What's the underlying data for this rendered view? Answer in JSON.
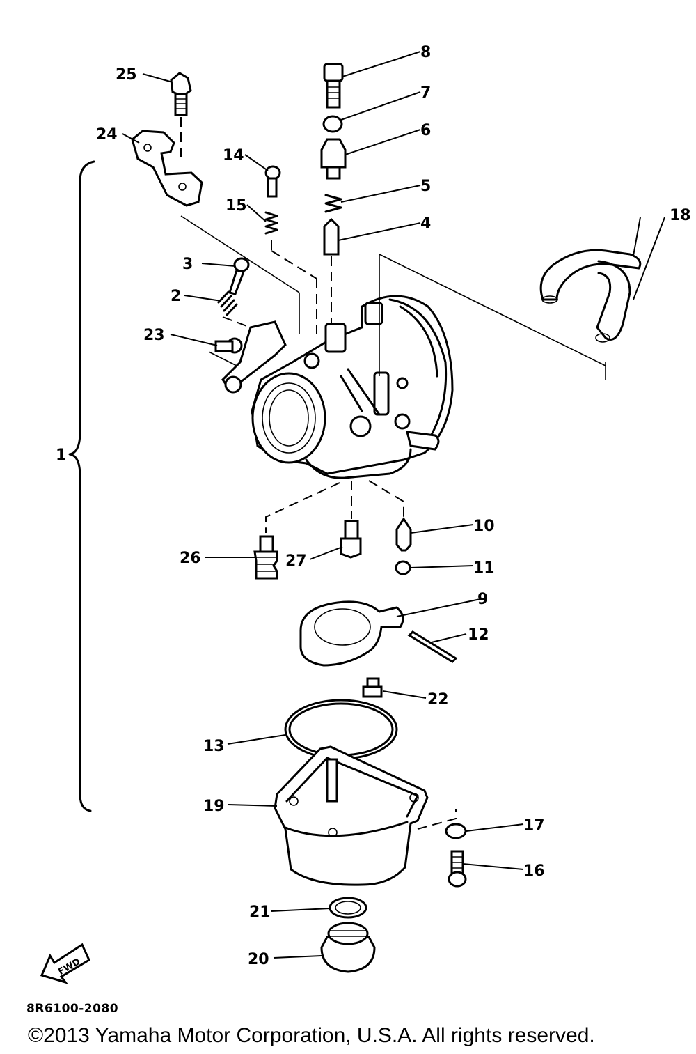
{
  "callouts": [
    "1",
    "2",
    "3",
    "4",
    "5",
    "6",
    "7",
    "8",
    "9",
    "10",
    "11",
    "12",
    "13",
    "14",
    "15",
    "16",
    "17",
    "18",
    "19",
    "20",
    "21",
    "22",
    "23",
    "24",
    "25",
    "26",
    "27"
  ],
  "fwd_label": "FWD",
  "drawing_code": "8R6100-2080",
  "copyright": "©2013 Yamaha Motor Corporation, U.S.A. All rights reserved."
}
